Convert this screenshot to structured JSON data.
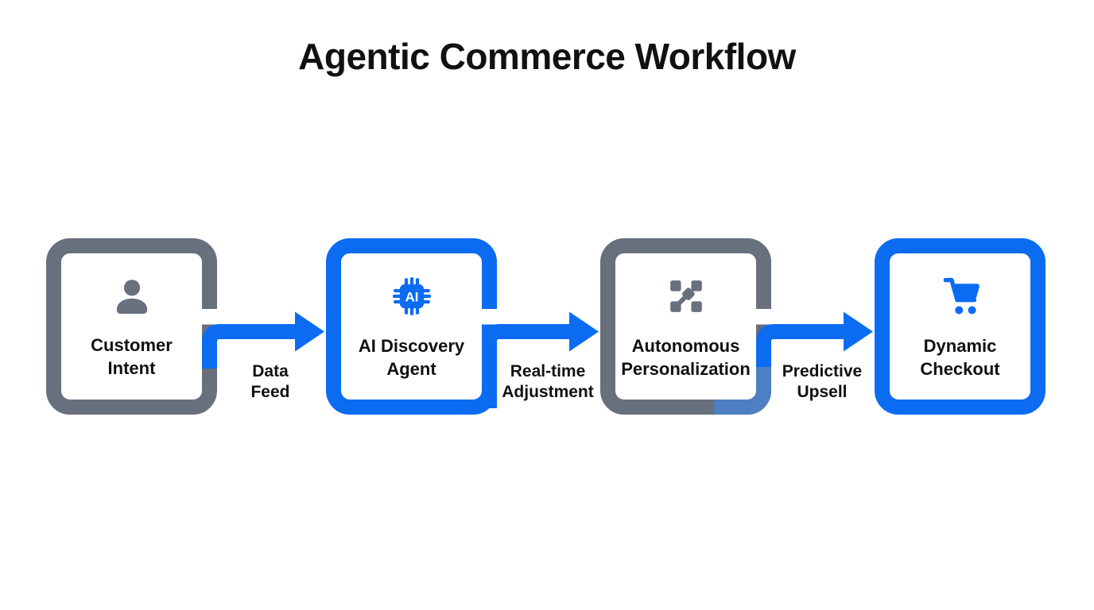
{
  "title": "Agentic Commerce Workflow",
  "colors": {
    "blue": "#0b6cf2",
    "gray": "#68707e",
    "steel": "#4e7fc2",
    "text": "#111111",
    "bg": "#ffffff"
  },
  "boxes": [
    {
      "name": "customer-intent",
      "accent": "gray",
      "icon": "person-icon",
      "label_lines": [
        "Customer",
        "Intent"
      ]
    },
    {
      "name": "ai-discovery-agent",
      "accent": "blue",
      "icon": "ai-chip-icon",
      "icon_text": "AI",
      "label_lines": [
        "AI Discovery",
        "Agent"
      ]
    },
    {
      "name": "autonomous-personalization",
      "accent": "gray",
      "icon": "scatter-nodes-icon",
      "label_lines": [
        "Autonomous",
        "Personalization"
      ]
    },
    {
      "name": "dynamic-checkout",
      "accent": "blue",
      "icon": "shopping-cart-icon",
      "label_lines": [
        "Dynamic",
        "Checkout"
      ]
    }
  ],
  "arrows": [
    {
      "name": "data-feed",
      "label_lines": [
        "Data",
        "Feed"
      ]
    },
    {
      "name": "real-time-adjustment",
      "label_lines": [
        "Real-time",
        "Adjustment"
      ]
    },
    {
      "name": "predictive-upsell",
      "label_lines": [
        "Predictive",
        "Upsell"
      ]
    }
  ]
}
